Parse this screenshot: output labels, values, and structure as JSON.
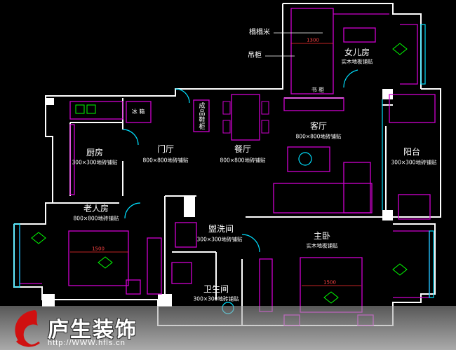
{
  "plan": {
    "rooms": [
      {
        "id": "daughter-room",
        "name": "女儿房",
        "floor": "实木地板铺贴"
      },
      {
        "id": "kitchen",
        "name": "厨房",
        "floor": "300×300地砖铺贴"
      },
      {
        "id": "foyer",
        "name": "门厅",
        "floor": "800×800地砖铺贴"
      },
      {
        "id": "dining",
        "name": "餐厅",
        "floor": "800×800地砖铺贴"
      },
      {
        "id": "living",
        "name": "客厅",
        "floor": "800×800地砖铺贴"
      },
      {
        "id": "balcony",
        "name": "阳台",
        "floor": "300×300地砖铺贴"
      },
      {
        "id": "elder-room",
        "name": "老人房",
        "floor": "800×800地砖铺贴"
      },
      {
        "id": "washroom",
        "name": "盥洗间",
        "floor": "300×300地砖铺贴"
      },
      {
        "id": "master",
        "name": "主卧",
        "floor": "实木地板铺贴"
      },
      {
        "id": "toilet",
        "name": "卫生间",
        "floor": "300×300地砖铺贴"
      }
    ],
    "annotations": {
      "tatami": "榻榻米",
      "hanging_cabinet": "吊柜",
      "bookshelf": "书 柜",
      "fridge": "冰 箱",
      "shoe_cabinet": "成品鞋柜"
    },
    "dimensions": {
      "daughter_bed": "1300",
      "elder_bed": "1500",
      "master_bed": "1500"
    },
    "colors": {
      "wall": "#ffffff",
      "magenta": "#d000d0",
      "cyan": "#00e0ff",
      "green": "#00ff00",
      "red": "#ff3030"
    }
  },
  "brand": {
    "name": "庐生装饰",
    "url": "http://WWW.hfls.cn"
  }
}
